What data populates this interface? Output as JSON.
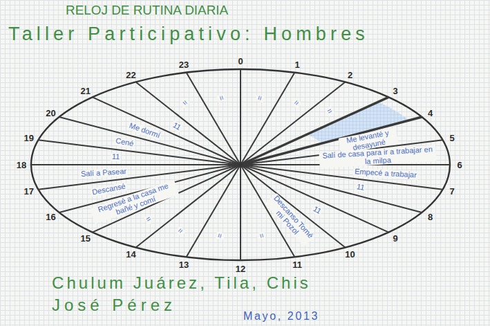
{
  "diagram": {
    "title": "RELOJ DE RUTINA DIARIA",
    "labels": [
      "Taller Participativo: Hombres",
      "0",
      "1",
      "2",
      "3",
      "4",
      "5",
      "6",
      "7",
      "8",
      "9",
      "10",
      "11",
      "12",
      "13",
      "14",
      "15",
      "16",
      "17",
      "18",
      "19",
      "20",
      "21",
      "22",
      "23",
      "Me levanté y desayuné",
      "Salí de casa para ir a trabajar en la milpa",
      "Empecé a trabajar",
      "11",
      "11",
      "Descanso Tomé mi Pozol",
      "=",
      "=",
      "=",
      "=",
      "Regresé a la casa me bañé y comí",
      "Descansé",
      "Salí a Pasear",
      "11",
      "Cené",
      "Me dormí",
      "11",
      "=",
      "=",
      "=",
      "=",
      "=",
      "Chulum Juárez, Tila, Chis",
      "José Pérez",
      "Mayo, 2013"
    ]
  }
}
